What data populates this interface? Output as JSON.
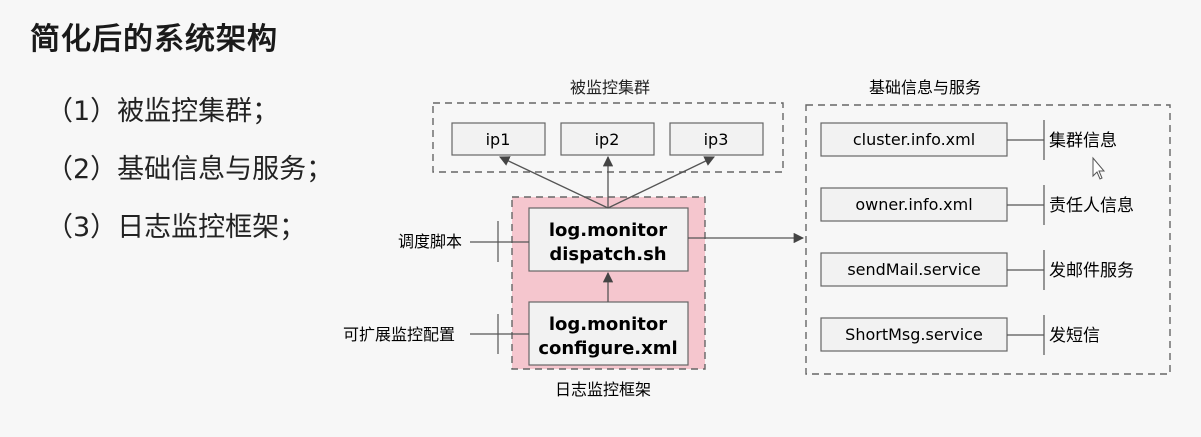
{
  "title": "简化后的系统架构",
  "bullets": [
    "（1）被监控集群；",
    "（2）基础信息与服务；",
    "（3）日志监控框架；"
  ],
  "diagram": {
    "monitored_cluster": {
      "label": "被监控集群",
      "nodes": [
        "ip1",
        "ip2",
        "ip3"
      ]
    },
    "framework": {
      "label": "日志监控框架",
      "dispatch": [
        "log.monitor",
        "dispatch.sh"
      ],
      "configure": [
        "log.monitor",
        "configure.xml"
      ],
      "dispatch_note": "调度脚本",
      "configure_note": "可扩展监控配置"
    },
    "services": {
      "label": "基础信息与服务",
      "items": [
        {
          "name": "cluster.info.xml",
          "desc": "集群信息"
        },
        {
          "name": "owner.info.xml",
          "desc": "责任人信息"
        },
        {
          "name": "sendMail.service",
          "desc": "发邮件服务"
        },
        {
          "name": "ShortMsg.service",
          "desc": "发短信"
        }
      ]
    }
  },
  "colors": {
    "framework_fill": "#f5c6ce",
    "node_fill": "#f2f2f2",
    "border": "#666666"
  }
}
